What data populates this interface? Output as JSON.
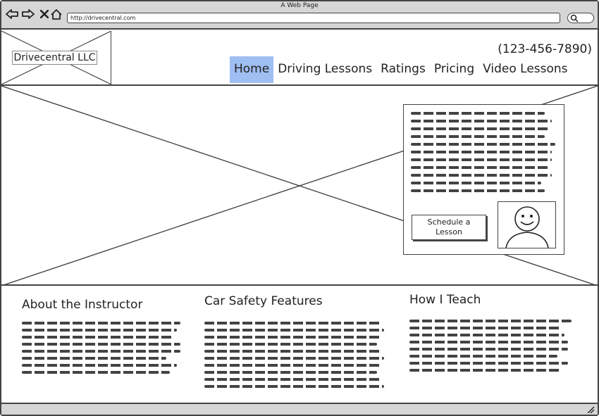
{
  "window": {
    "title": "A Web Page",
    "url": "http://drivecentral.com"
  },
  "browser_icons": [
    "back-arrow-icon",
    "forward-arrow-icon",
    "close-icon",
    "home-icon"
  ],
  "header": {
    "logo": "Drivecentral LLC",
    "phone": "(123-456-7890)",
    "nav": [
      {
        "label": "Home",
        "active": true
      },
      {
        "label": "Driving Lessons",
        "active": false
      },
      {
        "label": "Ratings",
        "active": false
      },
      {
        "label": "Pricing",
        "active": false
      },
      {
        "label": "Video Lessons",
        "active": false
      }
    ]
  },
  "hero_card": {
    "button_label": "Schedule a Lesson"
  },
  "columns": [
    {
      "title": "About the Instructor"
    },
    {
      "title": "Car Safety Features"
    },
    {
      "title": "How I Teach"
    }
  ],
  "colors": {
    "active_nav": "#9fbef2",
    "chrome": "#d6d6d6"
  }
}
